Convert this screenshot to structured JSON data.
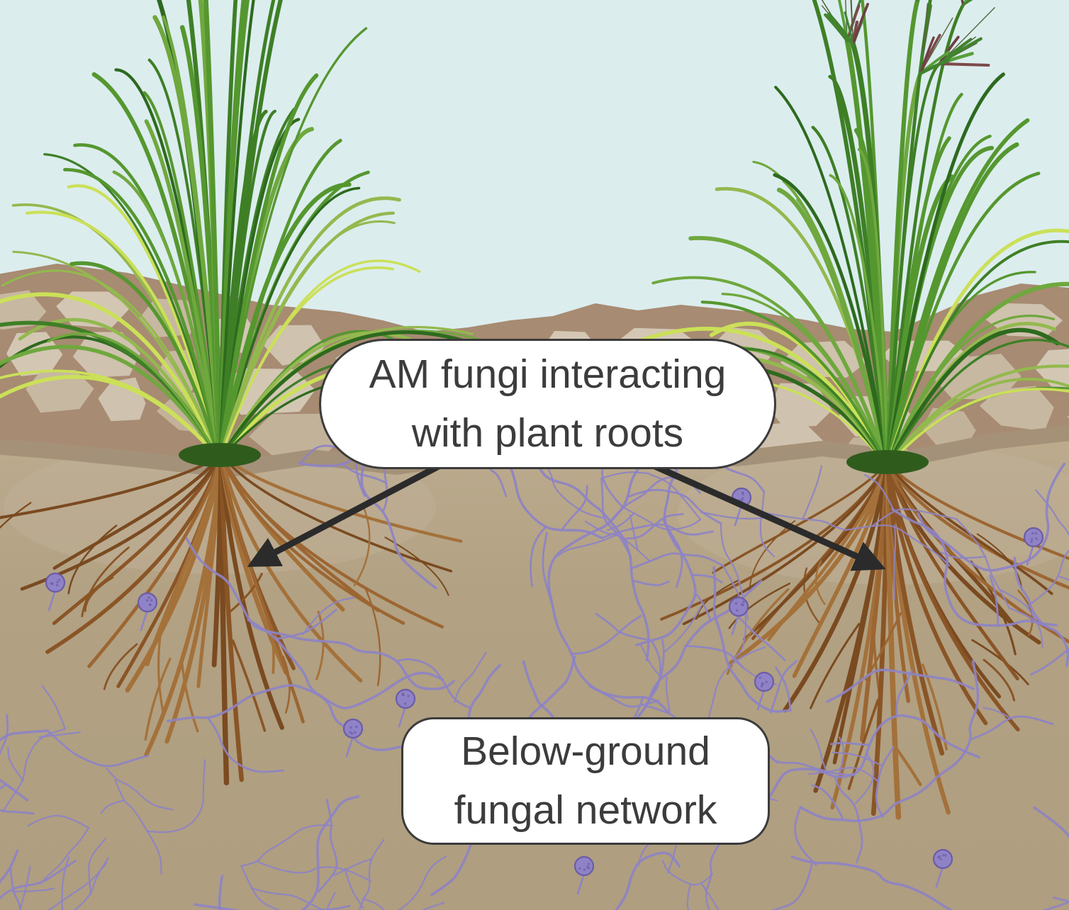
{
  "labels": {
    "am_fungi": {
      "line1": "AM fungi interacting",
      "line2": "with plant roots"
    },
    "network": {
      "line1": "Below-ground",
      "line2": "fungal network"
    }
  },
  "colors": {
    "sky": "#dcedee",
    "soil": "#b2a183",
    "soil_top": "#bdac8f",
    "crust_mortar": "#a78b72",
    "crust_shadow": "#9c8870",
    "crust_stones": [
      "#cfc2ae",
      "#c7b8a1",
      "#d3c7b4",
      "#c2b29a"
    ],
    "root_halo": "#c2b199",
    "fungal_hypha": "#8d83c4",
    "spore_fill": "#8f82c6",
    "spore_edge": "#6a5da6",
    "roots": [
      "#8a5526",
      "#9c6632",
      "#7a4a20",
      "#a4713a"
    ],
    "grass": [
      "#2d6a1e",
      "#3e7f26",
      "#55972f",
      "#6fa83e",
      "#93b94e",
      "#cbe058"
    ],
    "grass_base": "#2f5c1d",
    "seed_head": [
      "#41832f",
      "#57a03b",
      "#7b4a49",
      "#6e3f44"
    ],
    "awn": "#55663f",
    "label_background": "#ffffff",
    "label_border": "#3b3b3b",
    "label_text": "#3c3c3c",
    "arrow": "#2b2b2b"
  }
}
